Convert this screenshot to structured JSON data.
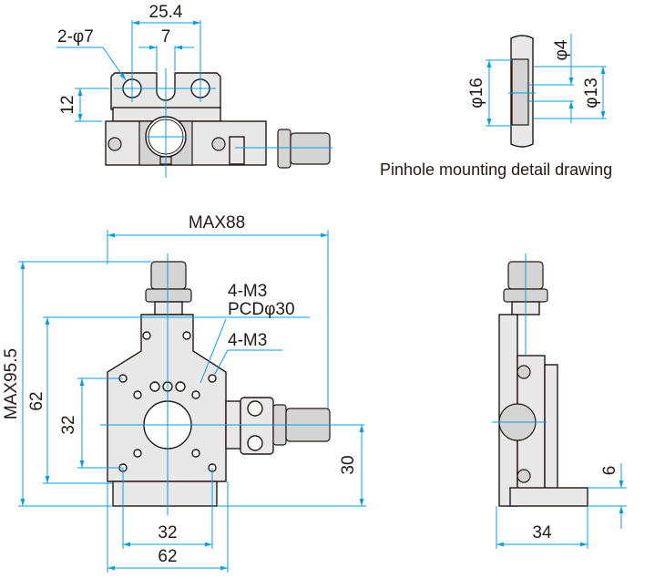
{
  "colors": {
    "dimension_line": "#00a0e9",
    "part_fill": "#e8e8e8",
    "outline": "#231815"
  },
  "top_view": {
    "dim_hole_spacing": "25.4",
    "dim_slot_width": "7",
    "dim_holes": "2-φ7",
    "dim_height": "12"
  },
  "pinhole_detail": {
    "dim_outer": "φ16",
    "dim_mid": "φ13",
    "dim_pinhole": "φ4",
    "caption": "Pinhole mounting detail drawing"
  },
  "front_view": {
    "dim_max_width": "MAX88",
    "dim_max_height": "MAX95.5",
    "dim_62_vertical": "62",
    "dim_32_vertical": "32",
    "dim_30": "30",
    "dim_32_horizontal": "32",
    "dim_62_horizontal": "62",
    "label_m3_pcd_line1": "4-M3",
    "label_m3_pcd_line2": "PCDφ30",
    "label_m3": "4-M3"
  },
  "side_view": {
    "dim_depth": "34",
    "dim_base": "6"
  }
}
